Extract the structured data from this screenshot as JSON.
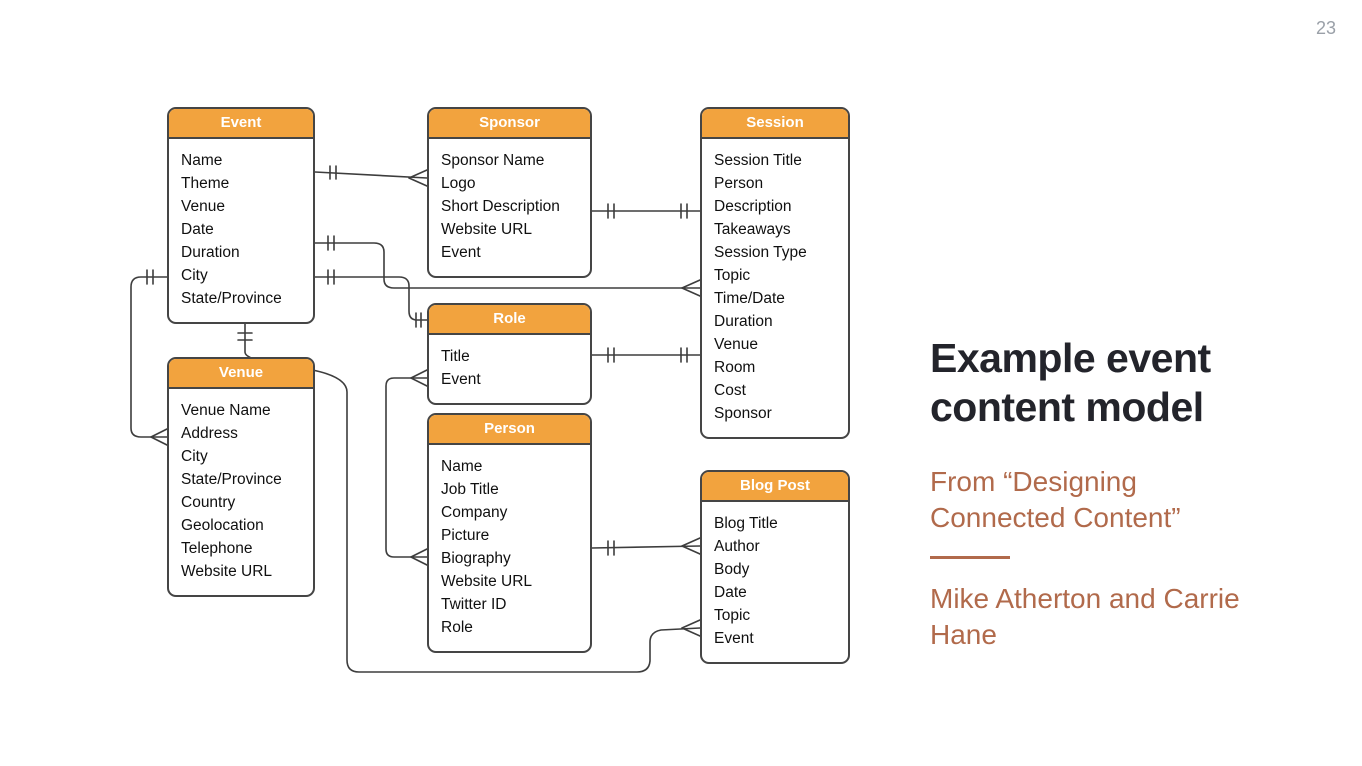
{
  "slide": {
    "page_number": "23",
    "title": "Example event content model",
    "source": "From “Designing Connected Content”",
    "authors": "Mike Atherton and Carrie Hane"
  },
  "colors": {
    "entity_header": "#F2A33E",
    "entity_border": "#454545",
    "accent": "#B16A4B",
    "title": "#23242B",
    "line": "#3D3D3D",
    "page_number": "#9AA0A8"
  },
  "diagram": {
    "entities": [
      {
        "name": "Event",
        "fields": [
          "Name",
          "Theme",
          "Venue",
          "Date",
          "Duration",
          "City",
          "State/Province"
        ]
      },
      {
        "name": "Sponsor",
        "fields": [
          "Sponsor Name",
          "Logo",
          "Short Description",
          "Website URL",
          "Event"
        ]
      },
      {
        "name": "Session",
        "fields": [
          "Session Title",
          "Person",
          "Description",
          "Takeaways",
          "Session Type",
          "Topic",
          "Time/Date",
          "Duration",
          "Venue",
          "Room",
          "Cost",
          "Sponsor"
        ]
      },
      {
        "name": "Venue",
        "fields": [
          "Venue Name",
          "Address",
          "City",
          "State/Province",
          "Country",
          "Geolocation",
          "Telephone",
          "Website URL"
        ]
      },
      {
        "name": "Role",
        "fields": [
          "Title",
          "Event"
        ]
      },
      {
        "name": "Person",
        "fields": [
          "Name",
          "Job Title",
          "Company",
          "Picture",
          "Biography",
          "Website URL",
          "Twitter ID",
          "Role"
        ]
      },
      {
        "name": "Blog Post",
        "fields": [
          "Blog Title",
          "Author",
          "Body",
          "Date",
          "Topic",
          "Event"
        ]
      }
    ],
    "relationships": [
      {
        "from": "Event",
        "to": "Sponsor",
        "from_cardinality": "one",
        "to_cardinality": "many"
      },
      {
        "from": "Sponsor",
        "to": "Session",
        "from_cardinality": "one",
        "to_cardinality": "one"
      },
      {
        "from": "Event",
        "to": "Session",
        "from_cardinality": "one",
        "to_cardinality": "many"
      },
      {
        "from": "Event",
        "to": "Role",
        "from_cardinality": "one",
        "to_cardinality": "one"
      },
      {
        "from": "Event",
        "to": "Venue",
        "from_cardinality": "one",
        "to_cardinality": "many"
      },
      {
        "from": "Role",
        "to": "Person",
        "from_cardinality": "many",
        "to_cardinality": "many"
      },
      {
        "from": "Role",
        "to": "Session",
        "from_cardinality": "one",
        "to_cardinality": "one"
      },
      {
        "from": "Person",
        "to": "Blog Post",
        "from_cardinality": "one",
        "to_cardinality": "many"
      },
      {
        "from": "Event",
        "to": "Blog Post",
        "from_cardinality": "one",
        "to_cardinality": "many"
      }
    ]
  }
}
